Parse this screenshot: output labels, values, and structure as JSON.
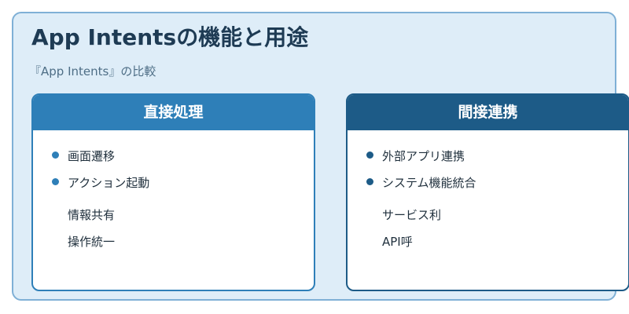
{
  "title": "App Intentsの機能と用途",
  "subtitle": "『App Intents』の比較",
  "colors": {
    "background": "#deedf8",
    "border": "#7fb0d6",
    "left_accent": "#2e7fb8",
    "right_accent": "#1d5b87",
    "title_text": "#1e3b54"
  },
  "left_card": {
    "header": "直接処理",
    "items": [
      "画面遷移",
      "アクション起動",
      "情報共有",
      "操作統一"
    ]
  },
  "right_card": {
    "header": "間接連携",
    "items": [
      "外部アプリ連携",
      "システム機能統合",
      "サービス利",
      "API呼"
    ]
  }
}
